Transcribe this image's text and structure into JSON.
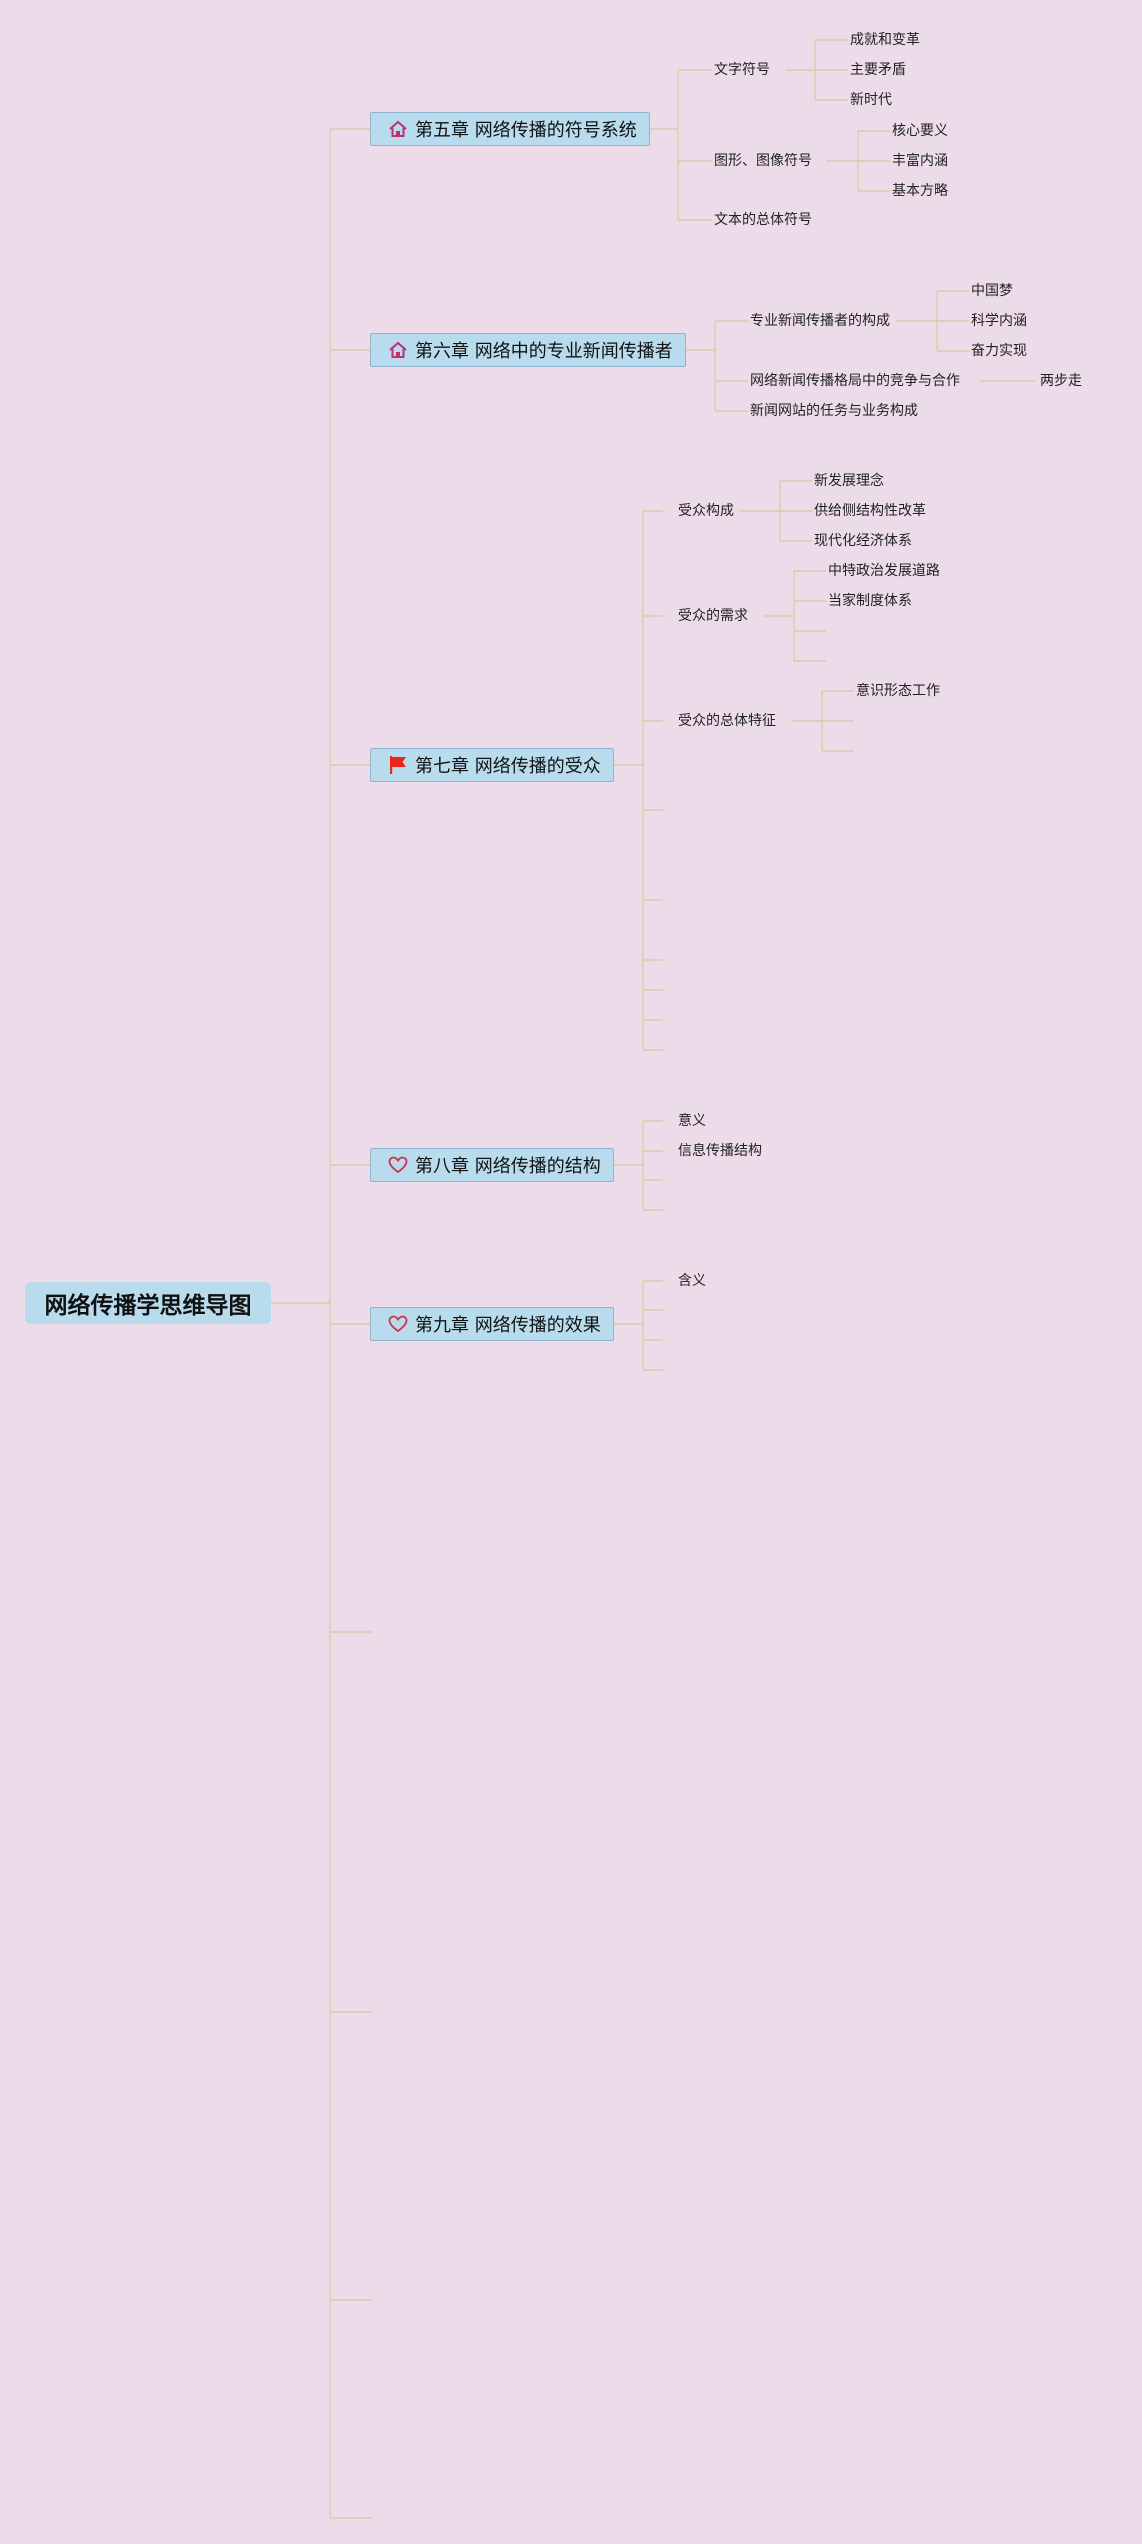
{
  "root": {
    "label": "网络传播学思维导图"
  },
  "chapters": [
    {
      "label": "第五章 网络传播的符号系统",
      "icon": "house-icon",
      "children": [
        {
          "label": "文字符号",
          "children": [
            "成就和变革",
            "主要矛盾",
            "新时代"
          ]
        },
        {
          "label": "图形、图像符号",
          "children": [
            "核心要义",
            "丰富内涵",
            "基本方略"
          ]
        },
        {
          "label": "文本的总体符号",
          "children": []
        }
      ]
    },
    {
      "label": "第六章 网络中的专业新闻传播者",
      "icon": "house-icon",
      "children": [
        {
          "label": "专业新闻传播者的构成",
          "children": [
            "中国梦",
            "科学内涵",
            "奋力实现"
          ]
        },
        {
          "label": "网络新闻传播格局中的竞争与合作",
          "children": [
            "两步走"
          ]
        },
        {
          "label": "新闻网站的任务与业务构成",
          "children": []
        }
      ]
    },
    {
      "label": "第七章 网络传播的受众",
      "icon": "flag-icon",
      "children": [
        {
          "label": "受众构成",
          "children": [
            "新发展理念",
            "供给侧结构性改革",
            "现代化经济体系"
          ]
        },
        {
          "label": "受众的需求",
          "children": [
            "中特政治发展道路",
            "当家制度体系"
          ]
        },
        {
          "label": "受众的总体特征",
          "children": [
            "意识形态工作"
          ]
        }
      ]
    },
    {
      "label": "第八章 网络传播的结构",
      "icon": "heart-icon",
      "children": [
        {
          "label": "意义",
          "children": []
        },
        {
          "label": "信息传播结构",
          "children": []
        }
      ]
    },
    {
      "label": "第九章 网络传播的效果",
      "icon": "heart-icon",
      "children": [
        {
          "label": "含义",
          "children": []
        }
      ]
    }
  ],
  "colors": {
    "background": "#ecdcea",
    "node_fill": "#b8dcee",
    "node_border": "#8fb4cc",
    "connector": "#e0c8a8",
    "house_icon": "#c0306a",
    "flag_icon": "#e8261c",
    "heart_icon": "#d0304a"
  }
}
